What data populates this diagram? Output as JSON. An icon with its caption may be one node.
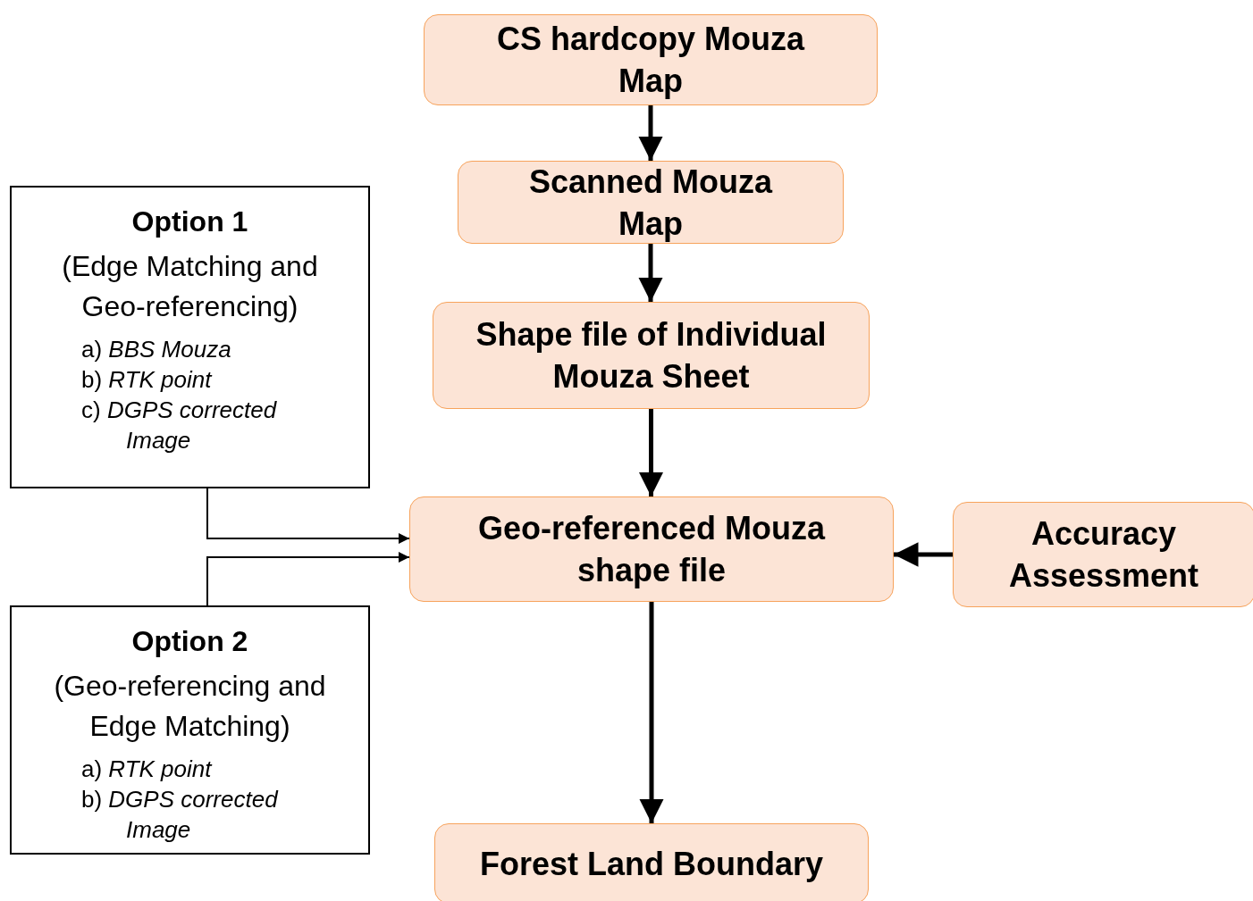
{
  "diagram": {
    "nodes": [
      {
        "text": [
          "CS hardcopy Mouza Map"
        ]
      },
      {
        "text": [
          "Scanned Mouza Map"
        ]
      },
      {
        "text": [
          "Shape file of Individual Mouza Sheet"
        ]
      },
      {
        "text": [
          "Geo-referenced Mouza shape file"
        ]
      },
      {
        "text": [
          "Accuracy Assessment"
        ]
      },
      {
        "text": [
          "Forest Land Boundary"
        ]
      },
      {
        "text": [
          "Option 1",
          "(Edge Matching and Geo-referencing)",
          "a) *BBS Mouza*",
          "b) *RTK point*",
          "c) *DGPS corrected Image*"
        ]
      },
      {
        "text": [
          "Option 2",
          "(Geo-referencing and Edge Matching)",
          "a) *RTK point*",
          "b) *DGPS corrected Image*"
        ]
      }
    ],
    "edges": [
      {
        "from": 0,
        "to": 1,
        "arrow": "to"
      },
      {
        "from": 1,
        "to": 2,
        "arrow": "to"
      },
      {
        "from": 2,
        "to": 3,
        "arrow": "to"
      },
      {
        "from": 4,
        "to": 3,
        "arrow": "to"
      },
      {
        "from": 3,
        "to": 5,
        "arrow": "to"
      },
      {
        "from": 6,
        "to": 3,
        "arrow": "to"
      },
      {
        "from": 7,
        "to": 3,
        "arrow": "to"
      }
    ]
  }
}
